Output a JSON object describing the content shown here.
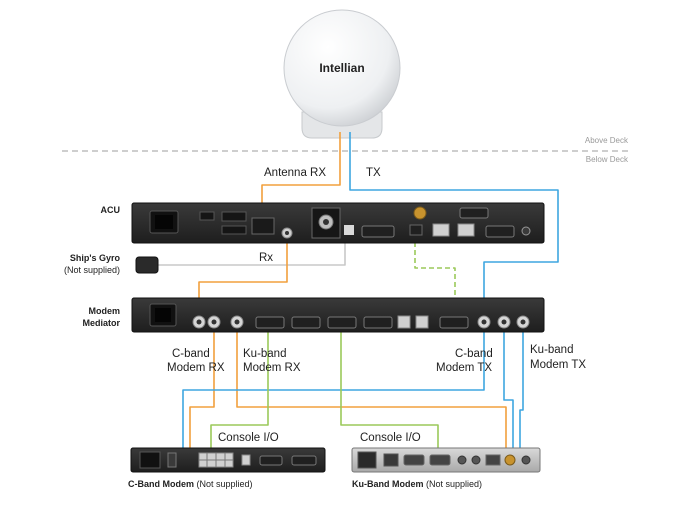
{
  "antenna": {
    "brand": "Intellian"
  },
  "deck": {
    "above": "Above Deck",
    "below": "Below Deck"
  },
  "cables": {
    "antenna_rx": "Antenna RX",
    "tx": "TX",
    "rx": "Rx",
    "console_io_1": "Console I/O",
    "console_io_2": "Console I/O"
  },
  "devices": {
    "acu": "ACU",
    "gyro_line1": "Ship's Gyro",
    "gyro_line2": "(Not supplied)",
    "mediator_line1": "Modem",
    "mediator_line2": "Mediator",
    "c_band_modem_name": "C-Band Modem",
    "c_band_modem_note": "(Not supplied)",
    "ku_band_modem_name": "Ku-Band Modem",
    "ku_band_modem_note": "(Not supplied)"
  },
  "ports": {
    "c_band_rx_1": "C-band",
    "c_band_rx_2": "Modem RX",
    "ku_band_rx_1": "Ku-band",
    "ku_band_rx_2": "Modem RX",
    "c_band_tx_1": "C-band",
    "c_band_tx_2": "Modem TX",
    "ku_band_tx_1": "Ku-band",
    "ku_band_tx_2": "Modem TX"
  },
  "colors": {
    "rx_cable": "#f2a03d",
    "tx_cable": "#3ea6e0",
    "console_cable": "#9bc95a",
    "gyro_cable": "#c8c8c8",
    "device_body": "#2b2b2b"
  }
}
